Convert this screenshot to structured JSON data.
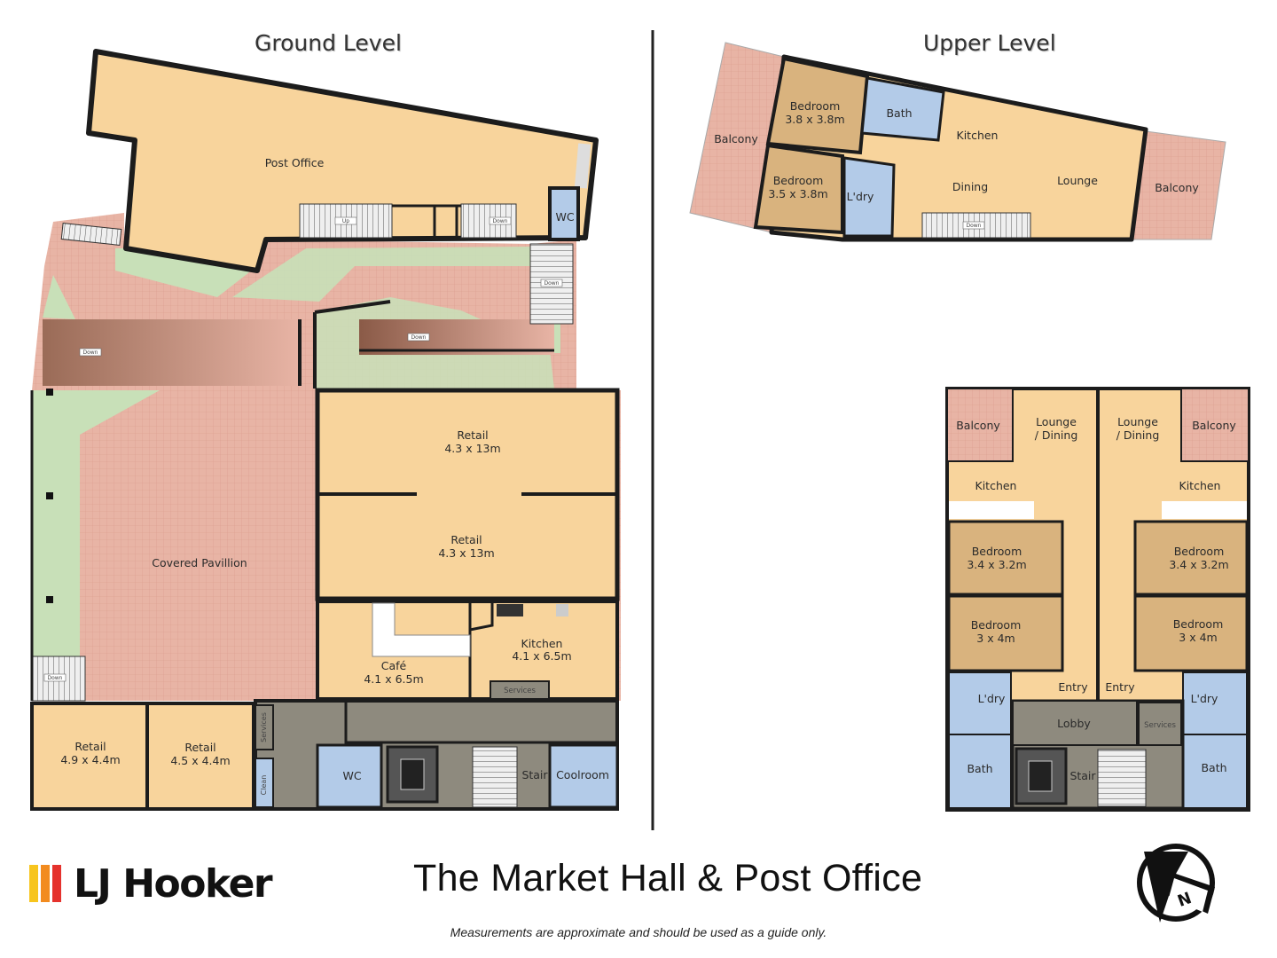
{
  "titles": {
    "ground_level": "Ground Level",
    "upper_level": "Upper Level"
  },
  "rooms": {
    "post_office": "Post Office",
    "wc_top": "WC",
    "covered_pavillion": "Covered Pavillion",
    "retail_1_name": "Retail",
    "retail_1_dim": "4.3 x 13m",
    "retail_2_name": "Retail",
    "retail_2_dim": "4.3 x 13m",
    "cafe_name": "Café",
    "cafe_dim": "4.1 x 6.5m",
    "kitchen_g_name": "Kitchen",
    "kitchen_g_dim": "4.1 x 6.5m",
    "services_g": "Services",
    "retail_3_name": "Retail",
    "retail_3_dim": "4.9 x 4.4m",
    "retail_4_name": "Retail",
    "retail_4_dim": "4.5 x 4.4m",
    "services_v": "Services",
    "cleaner_v": "Clean",
    "wc_bottom": "WC",
    "stair_g": "Stair",
    "coolroom": "Coolroom",
    "up_bed1_name": "Bedroom",
    "up_bed1_dim": "3.8 x 3.8m",
    "up_bed2_name": "Bedroom",
    "up_bed2_dim": "3.5 x 3.8m",
    "up_balcony_left": "Balcony",
    "up_bath": "Bath",
    "up_kitchen": "Kitchen",
    "up_dining": "Dining",
    "up_lounge": "Lounge",
    "up_ldry": "L'dry",
    "up_balcony_right": "Balcony",
    "ap_balcony_l": "Balcony",
    "ap_balcony_r": "Balcony",
    "ap_lounge_l1": "Lounge",
    "ap_lounge_l2": "/ Dining",
    "ap_lounge_r1": "Lounge",
    "ap_lounge_r2": "/ Dining",
    "ap_kitchen_l": "Kitchen",
    "ap_kitchen_r": "Kitchen",
    "ap_bed1l_name": "Bedroom",
    "ap_bed1l_dim": "3.4 x 3.2m",
    "ap_bed1r_name": "Bedroom",
    "ap_bed1r_dim": "3.4 x 3.2m",
    "ap_bed2l_name": "Bedroom",
    "ap_bed2l_dim": "3 x 4m",
    "ap_bed2r_name": "Bedroom",
    "ap_bed2r_dim": "3 x 4m",
    "ap_entry_l": "Entry",
    "ap_entry_r": "Entry",
    "ap_ldry_l": "L'dry",
    "ap_ldry_r": "L'dry",
    "ap_lobby": "Lobby",
    "ap_services": "Services",
    "ap_bath_l": "Bath",
    "ap_bath_r": "Bath",
    "ap_stair": "Stair"
  },
  "stairs": {
    "up": "Up",
    "down": "Down"
  },
  "compass": {
    "letter": "N"
  },
  "logo": {
    "text": "LJ Hooker",
    "colors": [
      "#f7c51e",
      "#f28b1f",
      "#e5322d"
    ]
  },
  "footer": {
    "title": "The Market Hall & Post Office",
    "disclaimer": "Measurements are approximate and should be used as a guide only."
  },
  "colors": {
    "room_fill": "#f8d49c",
    "bedroom_fill": "#d9b37e",
    "wet_fill": "#b3cbe8",
    "paving_fill": "#e9b5a7",
    "garden_fill": "#c8e0b8",
    "service_fill": "#8e8a7e",
    "wall": "#1c1c1c"
  }
}
